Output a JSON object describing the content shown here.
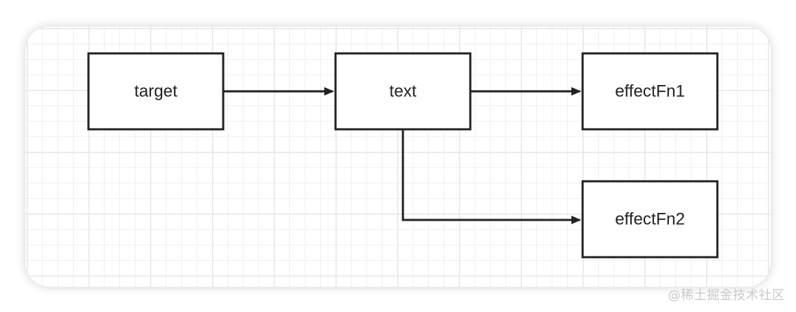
{
  "diagram": {
    "nodes": [
      {
        "id": "target",
        "label": "target"
      },
      {
        "id": "text",
        "label": "text"
      },
      {
        "id": "effectFn1",
        "label": "effectFn1"
      },
      {
        "id": "effectFn2",
        "label": "effectFn2"
      }
    ],
    "edges": [
      {
        "from": "target",
        "to": "text"
      },
      {
        "from": "text",
        "to": "effectFn1"
      },
      {
        "from": "text",
        "to": "effectFn2"
      }
    ]
  },
  "watermark": "@稀土掘金技术社区",
  "colors": {
    "stroke": "#222222",
    "grid": "#e6e6e6",
    "watermark": "#c9c9c9"
  }
}
